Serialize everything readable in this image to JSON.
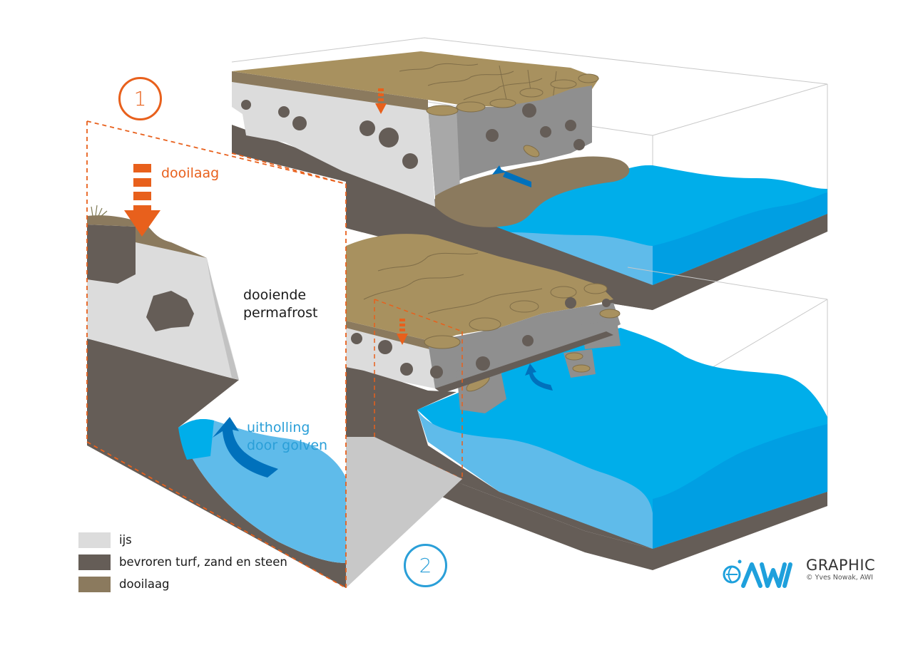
{
  "colors": {
    "ice": "#dcdcdc",
    "frozen_ground": "#655d57",
    "active_layer": "#8b7a5e",
    "tundra_surface": "#a8915f",
    "water_light": "#5fbbea",
    "water_mid": "#00aeea",
    "water_dark": "#009fe3",
    "cliff_grey": "#8f8f8f",
    "accent_orange": "#e8601c",
    "accent_blue": "#2a9fd8",
    "arrow_blue": "#0071bc"
  },
  "labels": {
    "step_1": "1",
    "step_2": "2",
    "active_layer": "dooilaag",
    "thawing_permafrost_line1": "dooiende",
    "thawing_permafrost_line2": "permafrost",
    "erosion_line1": "uitholling",
    "erosion_line2": "door golven"
  },
  "legend": {
    "items": [
      {
        "label": "ijs",
        "color": "#dcdcdc"
      },
      {
        "label": "bevroren turf, zand en steen",
        "color": "#655d57"
      },
      {
        "label": "dooilaag",
        "color": "#8b7a5e"
      }
    ]
  },
  "logo": {
    "brand": "AWI",
    "title": "GRAPHIC",
    "credit": "© Yves Nowak, AWI"
  }
}
